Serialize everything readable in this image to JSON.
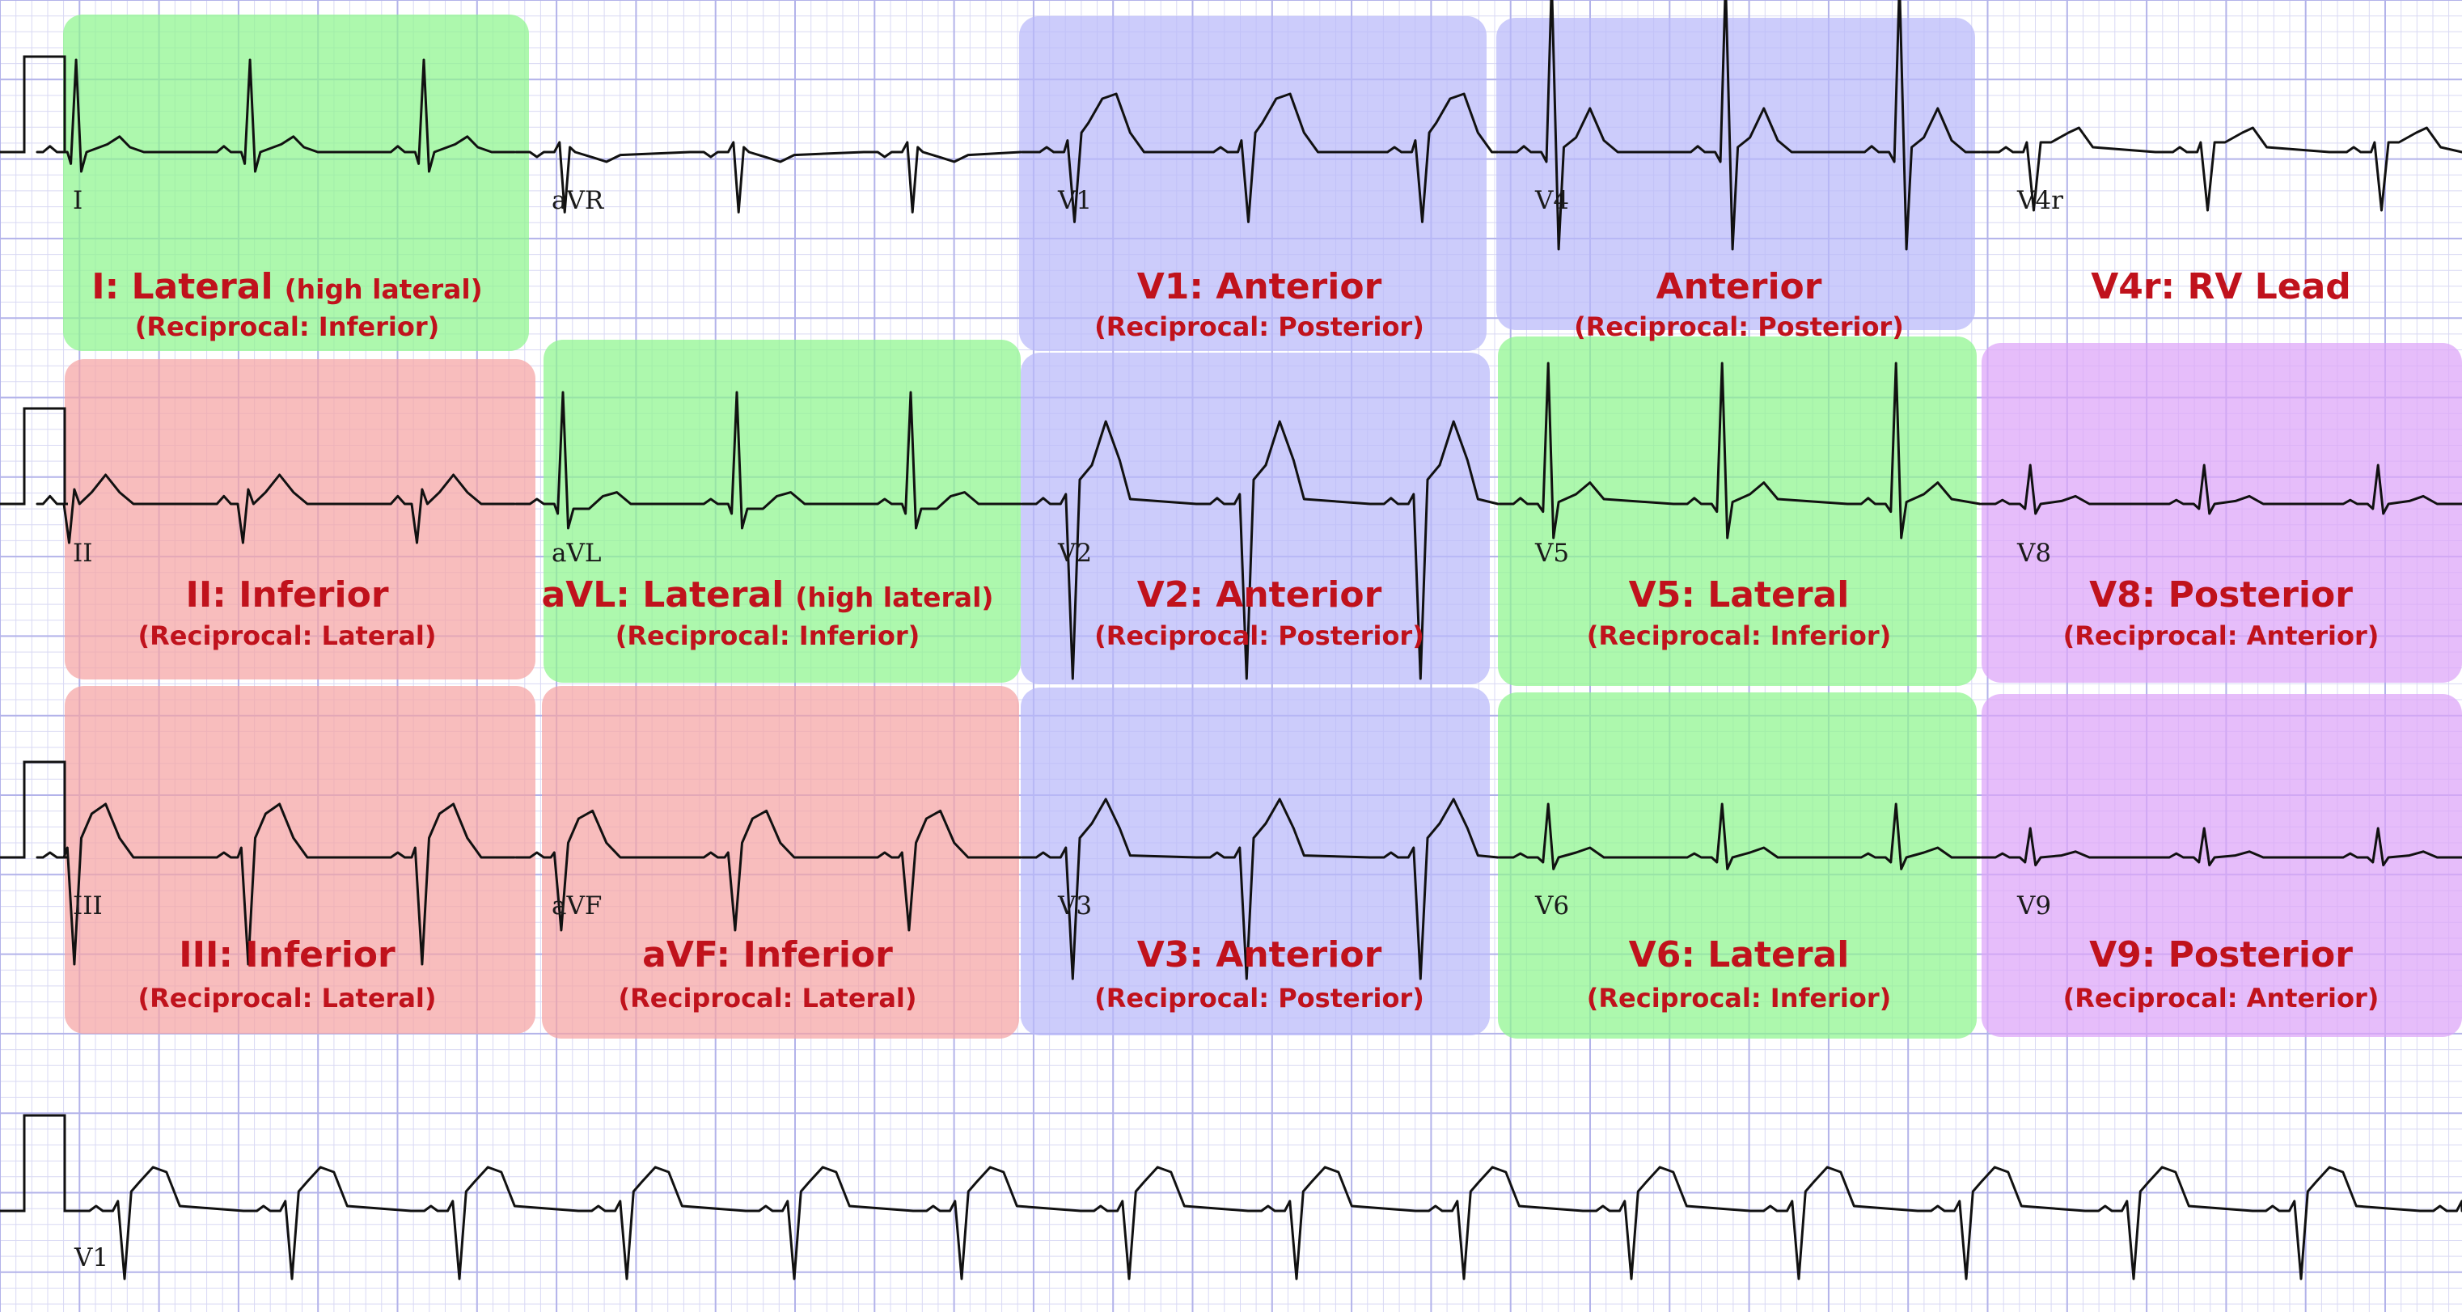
{
  "colors": {
    "grid_minor": "#d9d9f4",
    "grid_major": "#b3b3ea",
    "lateral": "#8ef58e",
    "inferior": "#f5a3a3",
    "anterior": "#b9b9fa",
    "posterior": "#dca3f8",
    "label_red": "#c0121c",
    "trace": "#111111"
  },
  "leads": [
    {
      "id": "I",
      "label": "I",
      "row": 0,
      "col": 0,
      "wave": "I",
      "region": "lateral",
      "title": "I: Lateral",
      "title_suffix": "(high lateral)",
      "subtitle": "(Reciprocal: Inferior)"
    },
    {
      "id": "aVR",
      "label": "aVR",
      "row": 0,
      "col": 1,
      "wave": "aVR",
      "region": "",
      "title": "",
      "title_suffix": "",
      "subtitle": ""
    },
    {
      "id": "V1",
      "label": "V1",
      "row": 0,
      "col": 2,
      "wave": "V1",
      "region": "anterior",
      "title": "V1: Anterior",
      "title_suffix": "",
      "subtitle": "(Reciprocal: Posterior)"
    },
    {
      "id": "V4",
      "label": "V4",
      "row": 0,
      "col": 3,
      "wave": "V4",
      "region": "anterior",
      "title": "Anterior",
      "title_suffix": "",
      "subtitle": "(Reciprocal: Posterior)"
    },
    {
      "id": "V4r",
      "label": "V4r",
      "row": 0,
      "col": 4,
      "wave": "V4r",
      "region": "",
      "title": "V4r: RV Lead",
      "title_suffix": "",
      "subtitle": ""
    },
    {
      "id": "II",
      "label": "II",
      "row": 1,
      "col": 0,
      "wave": "II",
      "region": "inferior",
      "title": "II: Inferior",
      "title_suffix": "",
      "subtitle": "(Reciprocal: Lateral)"
    },
    {
      "id": "aVL",
      "label": "aVL",
      "row": 1,
      "col": 1,
      "wave": "aVL",
      "region": "lateral",
      "title": "aVL: Lateral",
      "title_suffix": "(high lateral)",
      "subtitle": "(Reciprocal: Inferior)"
    },
    {
      "id": "V2",
      "label": "V2",
      "row": 1,
      "col": 2,
      "wave": "V2",
      "region": "anterior",
      "title": "V2: Anterior",
      "title_suffix": "",
      "subtitle": "(Reciprocal: Posterior)"
    },
    {
      "id": "V5",
      "label": "V5",
      "row": 1,
      "col": 3,
      "wave": "V5",
      "region": "lateral",
      "title": "V5: Lateral",
      "title_suffix": "",
      "subtitle": "(Reciprocal: Inferior)"
    },
    {
      "id": "V8",
      "label": "V8",
      "row": 1,
      "col": 4,
      "wave": "V8",
      "region": "posterior",
      "title": "V8: Posterior",
      "title_suffix": "",
      "subtitle": "(Reciprocal: Anterior)"
    },
    {
      "id": "III",
      "label": "III",
      "row": 2,
      "col": 0,
      "wave": "III",
      "region": "inferior",
      "title": "III: Inferior",
      "title_suffix": "",
      "subtitle": "(Reciprocal: Lateral)"
    },
    {
      "id": "aVF",
      "label": "aVF",
      "row": 2,
      "col": 1,
      "wave": "aVF",
      "region": "inferior",
      "title": "aVF: Inferior",
      "title_suffix": "",
      "subtitle": "(Reciprocal: Lateral)"
    },
    {
      "id": "V3",
      "label": "V3",
      "row": 2,
      "col": 2,
      "wave": "V3",
      "region": "anterior",
      "title": "V3: Anterior",
      "title_suffix": "",
      "subtitle": "(Reciprocal: Posterior)"
    },
    {
      "id": "V6",
      "label": "V6",
      "row": 2,
      "col": 3,
      "wave": "V6",
      "region": "lateral",
      "title": "V6: Lateral",
      "title_suffix": "",
      "subtitle": "(Reciprocal: Inferior)"
    },
    {
      "id": "V9",
      "label": "V9",
      "row": 2,
      "col": 4,
      "wave": "V9",
      "region": "posterior",
      "title": "V9: Posterior",
      "title_suffix": "",
      "subtitle": "(Reciprocal: Anterior)"
    }
  ],
  "rhythm_strip": {
    "label": "V1",
    "wave": "rhythm"
  }
}
